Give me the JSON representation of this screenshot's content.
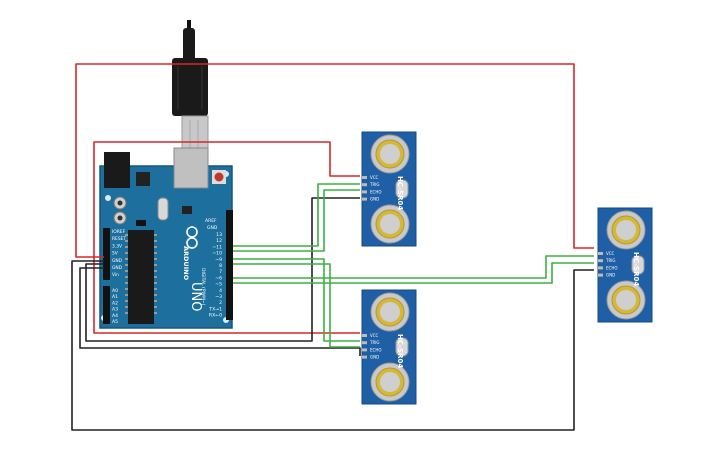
{
  "board": {
    "brand": "ARDUINO",
    "model": "UNO",
    "digital_header_title": "DIGITAL (PWM~)",
    "aref_label": "AREF",
    "gnd_label": "GND",
    "digital_pins": [
      "13",
      "12",
      "~11",
      "~10",
      "~9",
      "8",
      "7",
      "~6",
      "~5",
      "4",
      "~3",
      "2",
      "TX→1",
      "RX←0"
    ],
    "power_pins": [
      "IOREF",
      "RESET",
      "3.3V",
      "5V",
      "GND",
      "GND",
      "Vin"
    ],
    "analog_pins": [
      "A0",
      "A1",
      "A2",
      "A3",
      "A4",
      "A5"
    ]
  },
  "sensors": [
    {
      "id": "top",
      "model": "HC-SR04",
      "pins": [
        "VCC",
        "TRIG",
        "ECHO",
        "GND"
      ]
    },
    {
      "id": "bottom",
      "model": "HC-SR04",
      "pins": [
        "VCC",
        "TRIG",
        "ECHO",
        "GND"
      ]
    },
    {
      "id": "right",
      "model": "HC-SR04",
      "pins": [
        "VCC",
        "TRIG",
        "ECHO",
        "GND"
      ]
    }
  ],
  "colors": {
    "board": "#1d6f9e",
    "sensor": "#1f5fa6",
    "wire_power": "#d62828",
    "wire_ground": "#222222",
    "wire_signal": "#3cb043",
    "usb": "#1a1a1a"
  }
}
